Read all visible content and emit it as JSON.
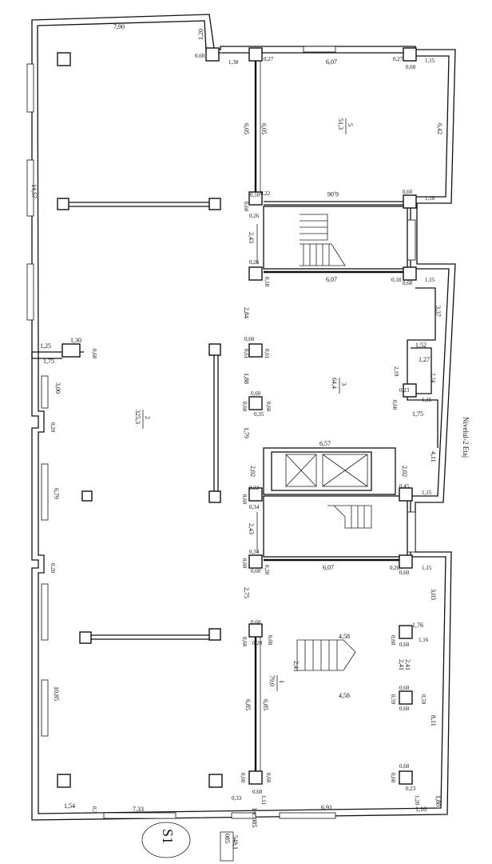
{
  "title": "Nivelul-2 Etaj",
  "signature": "S1",
  "area_total": "548,1",
  "area_note": "Inc.085",
  "area_box": "085",
  "rooms": [
    {
      "id": "room-5",
      "number": "5",
      "area": "51,3"
    },
    {
      "id": "room-3",
      "number": "3",
      "area": "64,4"
    },
    {
      "id": "room-2",
      "number": "2",
      "area": "325,3"
    },
    {
      "id": "room-1",
      "number": "1",
      "area": "79,0"
    }
  ],
  "dimensions": {
    "top_left": "7,90",
    "top_right": "6,07",
    "left_upper": "14,57",
    "left_mid": "6,79",
    "left_lower": "10,85",
    "left_upper_small": "3,00",
    "bottom_left": "7,33",
    "bottom_right": "6,91",
    "r5_left": "6,05",
    "r5_right": "6,42",
    "r5_bottom": "6,06",
    "stair_height": "2,43",
    "r3_wall": "6,07",
    "r3_right": "3,37",
    "r3_left": "2,84",
    "r3_step": "1,52",
    "r3_step2": "1,27",
    "r3_small_h": "2,19",
    "r3_small_h2": "2,24",
    "r3_mid": "1,88",
    "r3_lower": "1,79",
    "r3_foot": "1,75",
    "lift_width": "6,57",
    "lift_left": "2,02",
    "lift_right": "2,02",
    "r4_right": "4,11",
    "stair2_height": "2,43",
    "r1_top_wall": "6,07",
    "r1_left_upper": "2,75",
    "r1_right_upper": "3,03",
    "r1_right_step": "1,76",
    "r1_stair_top": "4,58",
    "r1_stair_bottom": "4,58",
    "r1_stair_h": "2,41",
    "r1_stair_h2": "2,41",
    "r1_left_lower": "6,85",
    "r1_left_lower2": "6,85",
    "r1_right_lower": "8,11",
    "r1_right_foot": "1,80",
    "corner_a": "1,20",
    "corner_b": "1,38",
    "corner_c": "1,15",
    "corner_d": "1,16",
    "corner_e": "1,25",
    "corner_f": "1,30",
    "corner_g": "1,54",
    "corner_h": "1,16",
    "corner_i": "1,20",
    "corner_j": "1,11",
    "col": "0,60",
    "wall_a": "0,27",
    "wall_b": "0,26",
    "wall_c": "0,20",
    "wall_d": "0,18",
    "wall_e": "0,33",
    "wall_f": "0,45",
    "wall_g": "0,34",
    "wall_h": "0,22",
    "wall_i": "0,61",
    "wall_j": "0,35",
    "wall_k": "0,59",
    "wall_l": "0,10",
    "wall_m": "0,3",
    "wall_n": "0,23"
  }
}
